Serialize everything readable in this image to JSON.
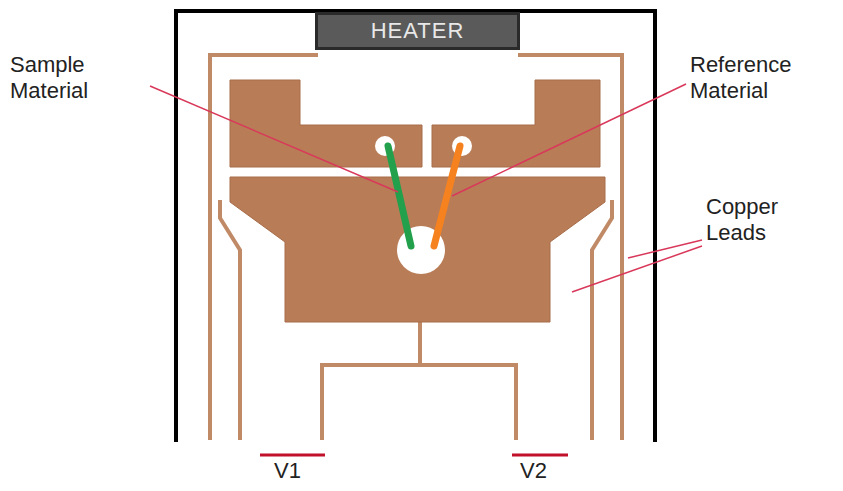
{
  "diagram": {
    "nodes": [
      {
        "text": [
          "HEATER"
        ]
      }
    ],
    "labels": [
      "Sample Material",
      "Reference Material",
      "Copper Leads",
      "V1",
      "V2"
    ]
  }
}
